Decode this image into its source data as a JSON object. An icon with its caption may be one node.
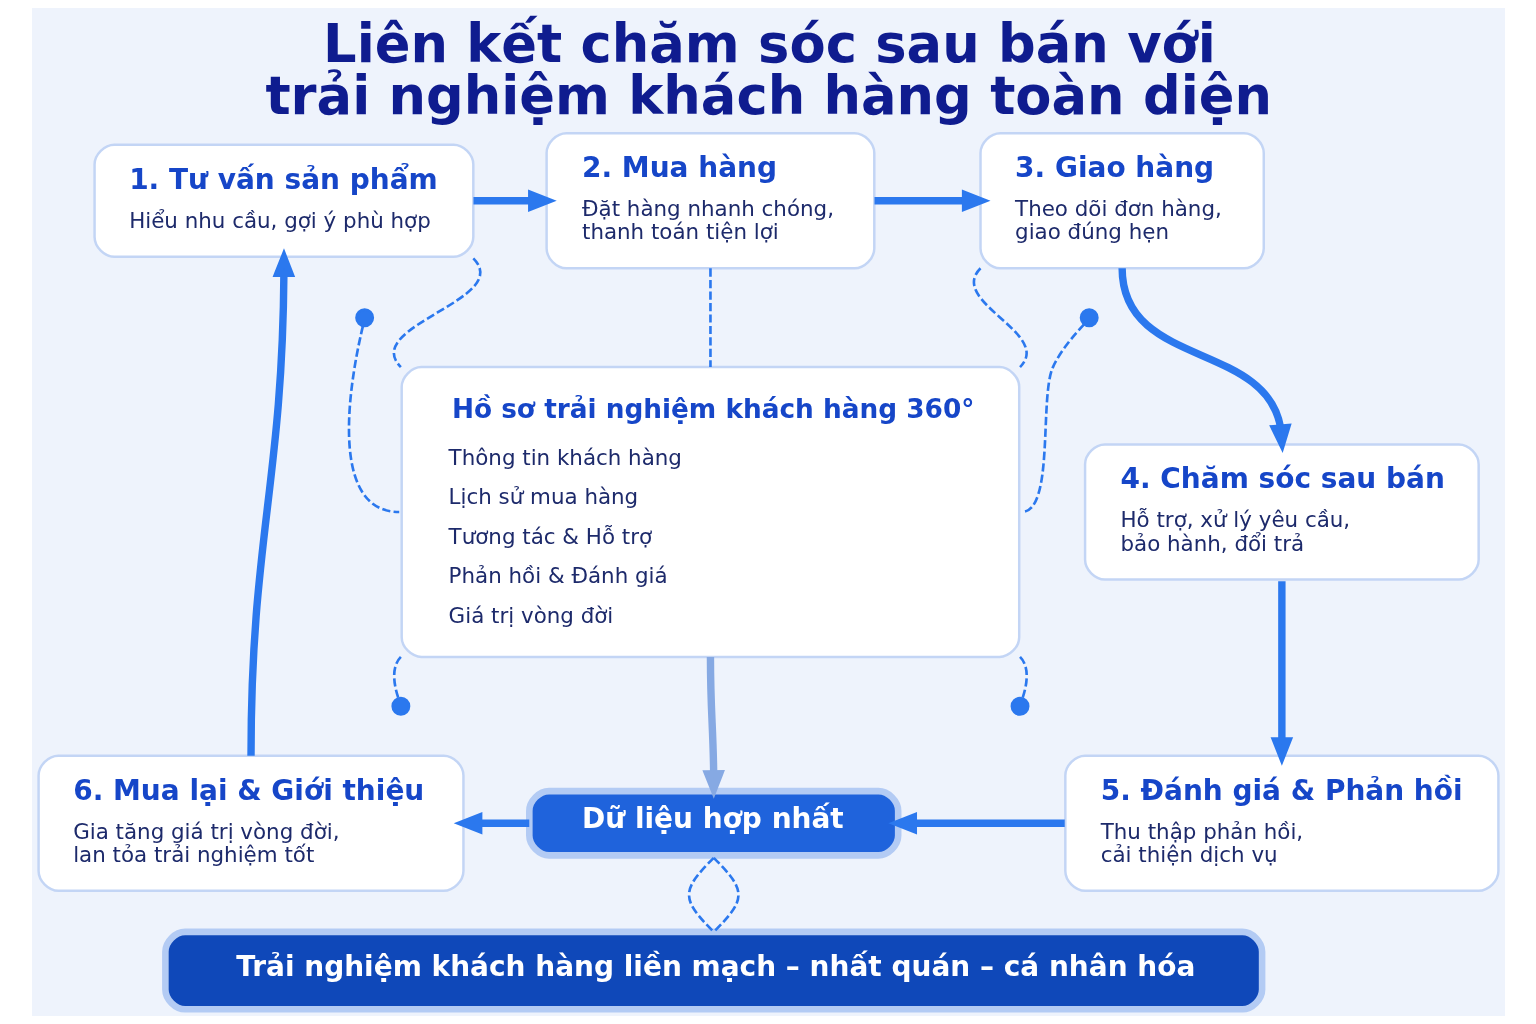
{
  "diagram": {
    "title": "Liên kết chăm sóc sau bán với trải nghiệm khách hàng toàn diện",
    "nodes": [
      {
        "text": [
          "1. Tư vấn sản phẩm",
          "Hiểu nhu cầu, gợi ý phù hợp"
        ]
      },
      {
        "text": [
          "2. Mua hàng",
          "Đặt hàng nhanh chóng, thanh toán tiện lợi"
        ]
      },
      {
        "text": [
          "3. Giao hàng",
          "Theo dõi đơn hàng, giao đúng hẹn"
        ]
      },
      {
        "text": [
          "Hồ sơ trải nghiệm khách hàng 360°",
          "Thông tin khách hàng",
          "Lịch sử mua hàng",
          "Tương tác & Hỗ trợ",
          "Phản hồi & Đánh giá",
          "Giá trị vòng đời"
        ]
      },
      {
        "text": [
          "4. Chăm sóc sau bán",
          "Hỗ trợ, xử lý yêu cầu, bảo hành, đổi trả"
        ]
      },
      {
        "text": [
          "5. Đánh giá & Phản hồi",
          "Thu thập phản hồi, cải thiện dịch vụ"
        ]
      },
      {
        "text": [
          "6. Mua lại & Giới thiệu",
          "Gia tăng giá trị vòng đời, lan tỏa trải nghiệm tốt"
        ]
      },
      {
        "text": [
          "Dữ liệu hợp nhất"
        ]
      },
      {
        "text": [
          "Trải nghiệm khách hàng liền mạch – nhất quán – cá nhân hóa"
        ]
      },
      {
        "text": [],
        "shape": "circle"
      },
      {
        "text": [],
        "shape": "circle"
      },
      {
        "text": [],
        "shape": "circle"
      },
      {
        "text": [],
        "shape": "circle"
      }
    ],
    "edges": [
      {
        "from": 0,
        "to": 1,
        "arrow": "to",
        "style": "thick"
      },
      {
        "from": 1,
        "to": 2,
        "arrow": "to",
        "style": "thick"
      },
      {
        "from": 2,
        "to": 4,
        "arrow": "to",
        "style": "thick"
      },
      {
        "from": 4,
        "to": 5,
        "arrow": "to",
        "style": "thick"
      },
      {
        "from": 5,
        "to": 7,
        "arrow": "to",
        "style": "thick"
      },
      {
        "from": 7,
        "to": 6,
        "arrow": "to",
        "style": "thick"
      },
      {
        "from": 6,
        "to": 0,
        "arrow": "to",
        "style": "thick"
      },
      {
        "from": 3,
        "to": 7,
        "arrow": "to",
        "style": "thick",
        "color": "#86a9e3"
      },
      {
        "from": 1,
        "to": 3,
        "arrow": "none",
        "style": "dashed"
      },
      {
        "from": 0,
        "to": 3,
        "arrow": "none",
        "style": "dashed"
      },
      {
        "from": 2,
        "to": 3,
        "arrow": "none",
        "style": "dashed"
      },
      {
        "from": 9,
        "to": 3,
        "arrow": "none",
        "style": "dashed"
      },
      {
        "from": 10,
        "to": 3,
        "arrow": "none",
        "style": "dashed"
      },
      {
        "from": 3,
        "to": 11,
        "arrow": "none",
        "style": "dashed"
      },
      {
        "from": 3,
        "to": 12,
        "arrow": "none",
        "style": "dashed"
      },
      {
        "from": 7,
        "to": 8,
        "arrow": "none",
        "style": "dashed"
      },
      {
        "from": 7,
        "to": 8,
        "arrow": "none",
        "style": "dashed"
      }
    ]
  }
}
